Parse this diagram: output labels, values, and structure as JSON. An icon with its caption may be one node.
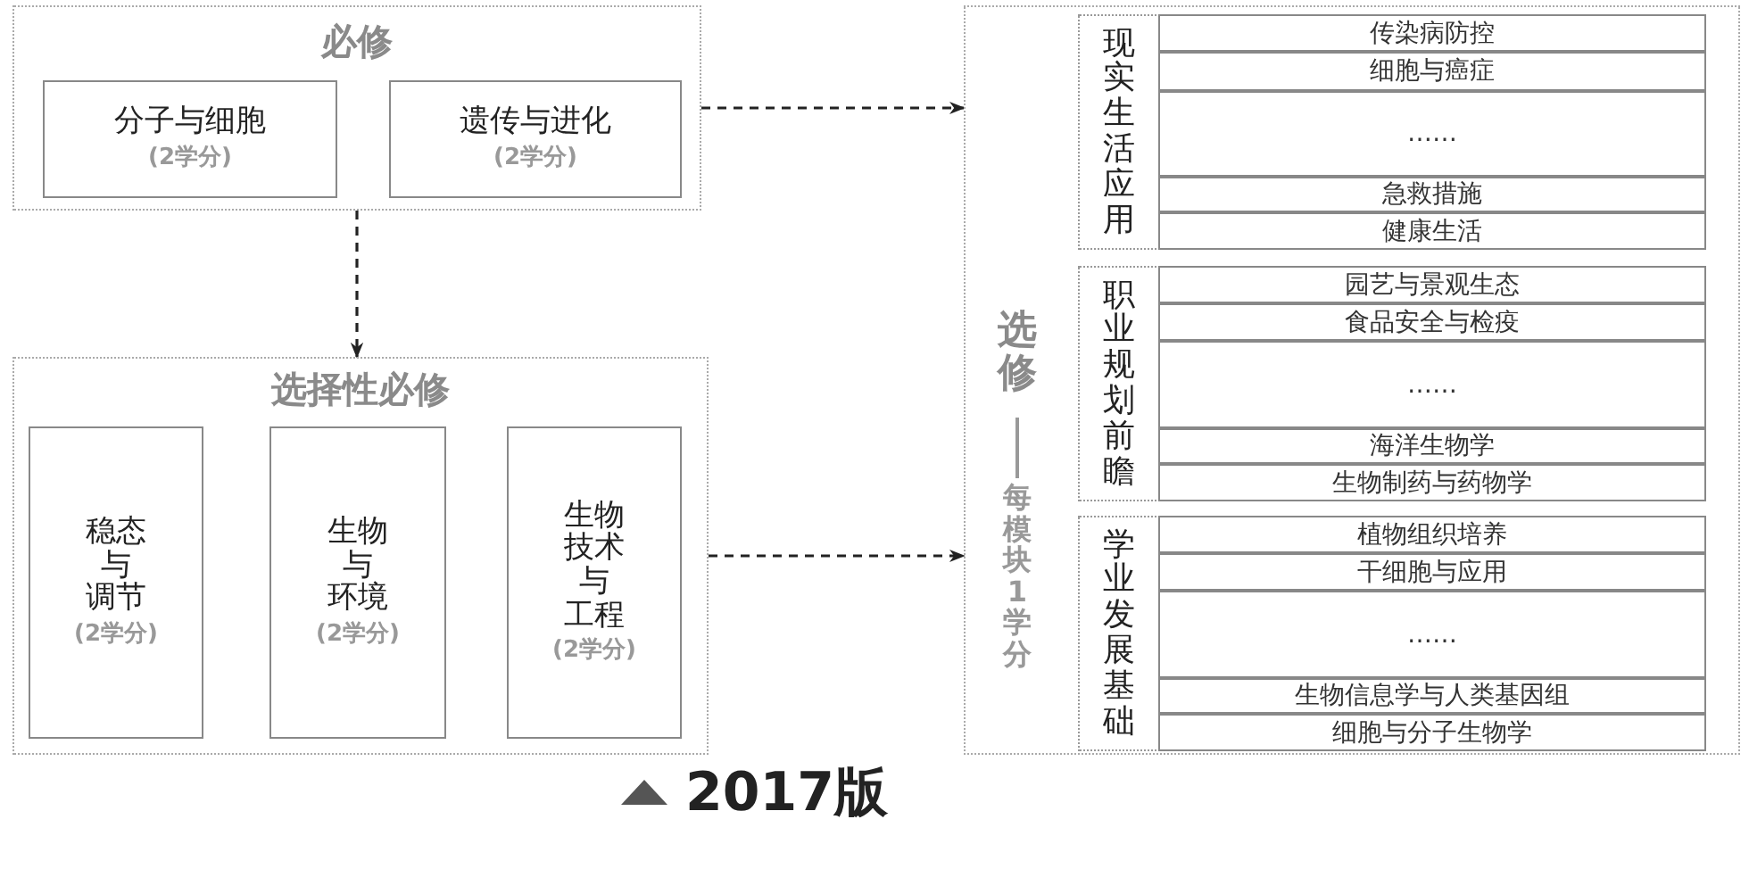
{
  "diagram": {
    "nodes": [
      {
        "text": [
          "必修"
        ]
      },
      {
        "text": [
          "分子与细胞",
          "(2学分)"
        ],
        "in": 0
      },
      {
        "text": [
          "遗传与进化",
          "(2学分)"
        ],
        "in": 0
      },
      {
        "text": [
          "选择性必修"
        ]
      },
      {
        "text": [
          "稳态与调节",
          "(2学分)"
        ],
        "in": 3
      },
      {
        "text": [
          "生物与环境",
          "(2学分)"
        ],
        "in": 3
      },
      {
        "text": [
          "生物技术与工程",
          "(2学分)"
        ],
        "in": 3
      },
      {
        "text": [
          "选修",
          "每模块1学分"
        ]
      },
      {
        "text": [
          "现实生活应用"
        ],
        "in": 7
      },
      {
        "text": [
          "传染病防控"
        ],
        "in": 7
      },
      {
        "text": [
          "细胞与癌症"
        ],
        "in": 7
      },
      {
        "text": [
          "……"
        ],
        "in": 7
      },
      {
        "text": [
          "急救措施"
        ],
        "in": 7
      },
      {
        "text": [
          "健康生活"
        ],
        "in": 7
      },
      {
        "text": [
          "职业规划前瞻"
        ],
        "in": 7
      },
      {
        "text": [
          "园艺与景观生态"
        ],
        "in": 7
      },
      {
        "text": [
          "食品安全与检疫"
        ],
        "in": 7
      },
      {
        "text": [
          "……"
        ],
        "in": 7
      },
      {
        "text": [
          "海洋生物学"
        ],
        "in": 7
      },
      {
        "text": [
          "生物制药与药物学"
        ],
        "in": 7
      },
      {
        "text": [
          "学业发展基础"
        ],
        "in": 7
      },
      {
        "text": [
          "植物组织培养"
        ],
        "in": 7
      },
      {
        "text": [
          "干细胞与应用"
        ],
        "in": 7
      },
      {
        "text": [
          "……"
        ],
        "in": 7
      },
      {
        "text": [
          "生物信息学与人类基因组"
        ],
        "in": 7
      },
      {
        "text": [
          "细胞与分子生物学"
        ],
        "in": 7
      }
    ],
    "edges": [
      {
        "from": 0,
        "to": 3,
        "arrow": "to",
        "style": "dashed"
      },
      {
        "from": 0,
        "to": 7,
        "arrow": "to",
        "style": "dashed"
      },
      {
        "from": 3,
        "to": 7,
        "arrow": "to",
        "style": "dashed"
      }
    ],
    "labels": [
      "2017版"
    ]
  }
}
